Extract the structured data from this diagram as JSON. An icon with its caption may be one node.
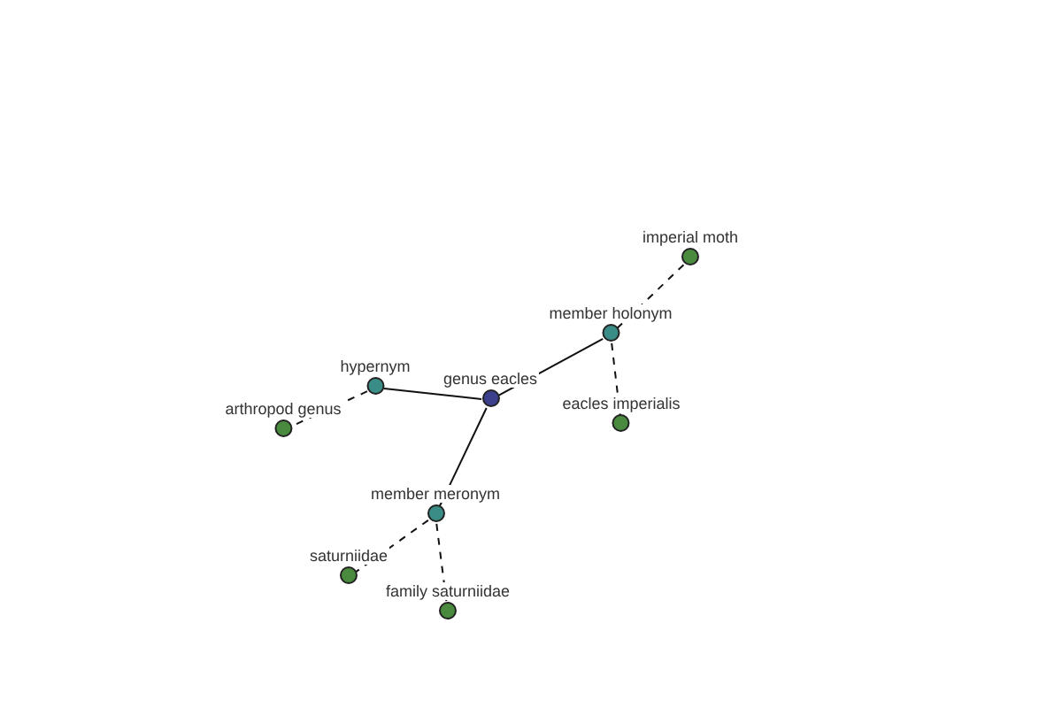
{
  "diagram": {
    "nodes": [
      {
        "text": [
          "imperial moth"
        ]
      },
      {
        "text": [
          "member holonym"
        ]
      },
      {
        "text": [
          "hypernym"
        ]
      },
      {
        "text": [
          "genus eacles"
        ]
      },
      {
        "text": [
          "eacles imperialis"
        ]
      },
      {
        "text": [
          "arthropod genus"
        ]
      },
      {
        "text": [
          "member meronym"
        ]
      },
      {
        "text": [
          "saturniidae"
        ]
      },
      {
        "text": [
          "family saturniidae"
        ]
      }
    ],
    "edges": [
      {
        "from": 3,
        "to": 1,
        "arrow": "none"
      },
      {
        "from": 3,
        "to": 2,
        "arrow": "none"
      },
      {
        "from": 3,
        "to": 6,
        "arrow": "none"
      },
      {
        "from": 1,
        "to": 0,
        "arrow": "none",
        "style": "dashed"
      },
      {
        "from": 1,
        "to": 4,
        "arrow": "none",
        "style": "dashed"
      },
      {
        "from": 2,
        "to": 5,
        "arrow": "none",
        "style": "dashed"
      },
      {
        "from": 6,
        "to": 7,
        "arrow": "none",
        "style": "dashed"
      },
      {
        "from": 6,
        "to": 8,
        "arrow": "none",
        "style": "dashed"
      }
    ]
  }
}
